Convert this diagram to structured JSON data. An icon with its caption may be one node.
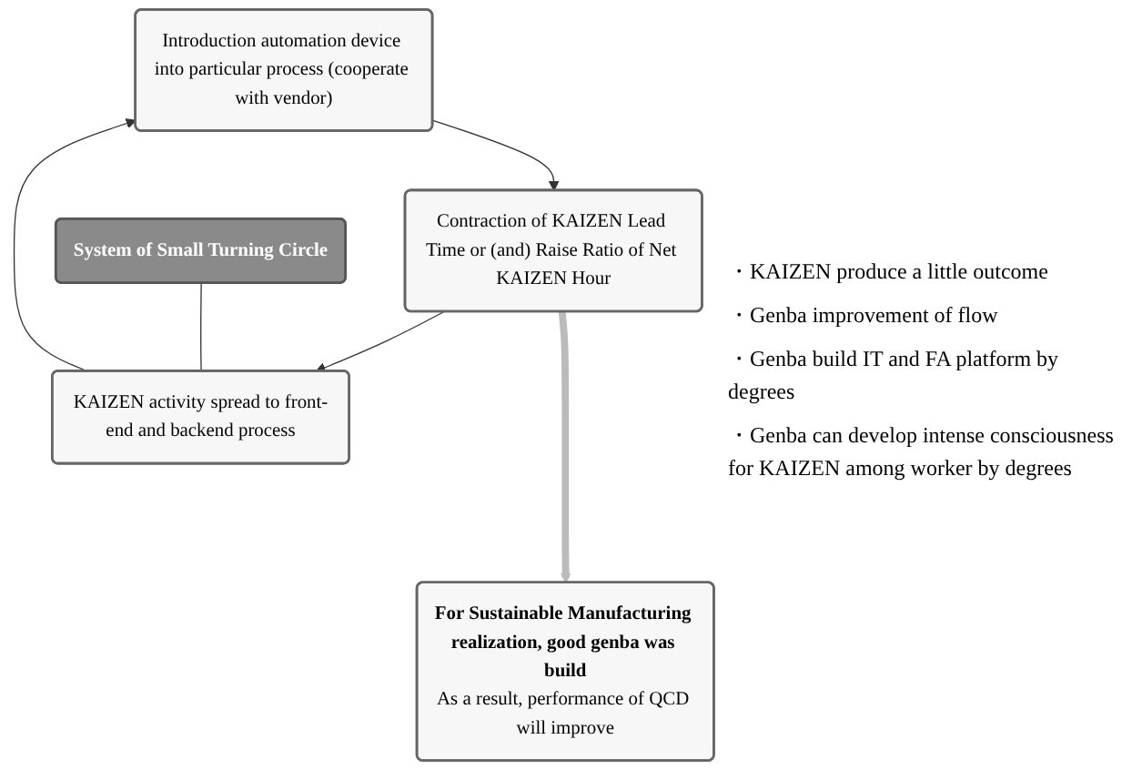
{
  "diagram": {
    "nodes": [
      {
        "text": [
          "Introduction automation device into particular process (cooperate with vendor)"
        ]
      },
      {
        "text": [
          "Contraction of KAIZEN Lead Time or (and) Raise Ratio of Net KAIZEN Hour"
        ]
      },
      {
        "text": [
          "For Sustainable Manufacturing realization, good genba was build",
          "As a result, performance of QCD will improve"
        ]
      },
      {
        "text": [
          "KAIZEN activity spread to front-end and backend process"
        ]
      },
      {
        "text": [
          "System of Small Turning Circle"
        ]
      }
    ],
    "edges": [
      {
        "from": 0,
        "to": 1,
        "arrow": "to"
      },
      {
        "from": 1,
        "to": 3,
        "arrow": "to"
      },
      {
        "from": 1,
        "to": 2,
        "arrow": "to",
        "style": "thick",
        "color": "#bbbbbb"
      },
      {
        "from": 3,
        "to": 0,
        "arrow": "to"
      },
      {
        "from": 4,
        "to": 3,
        "arrow": "none"
      }
    ],
    "labels": [
      "・KAIZEN produce a little outcome",
      "・Genba improvement of flow",
      "・Genba build IT and FA platform by degrees",
      "・Genba can develop intense consciousness for KAIZEN among worker by degrees"
    ]
  }
}
